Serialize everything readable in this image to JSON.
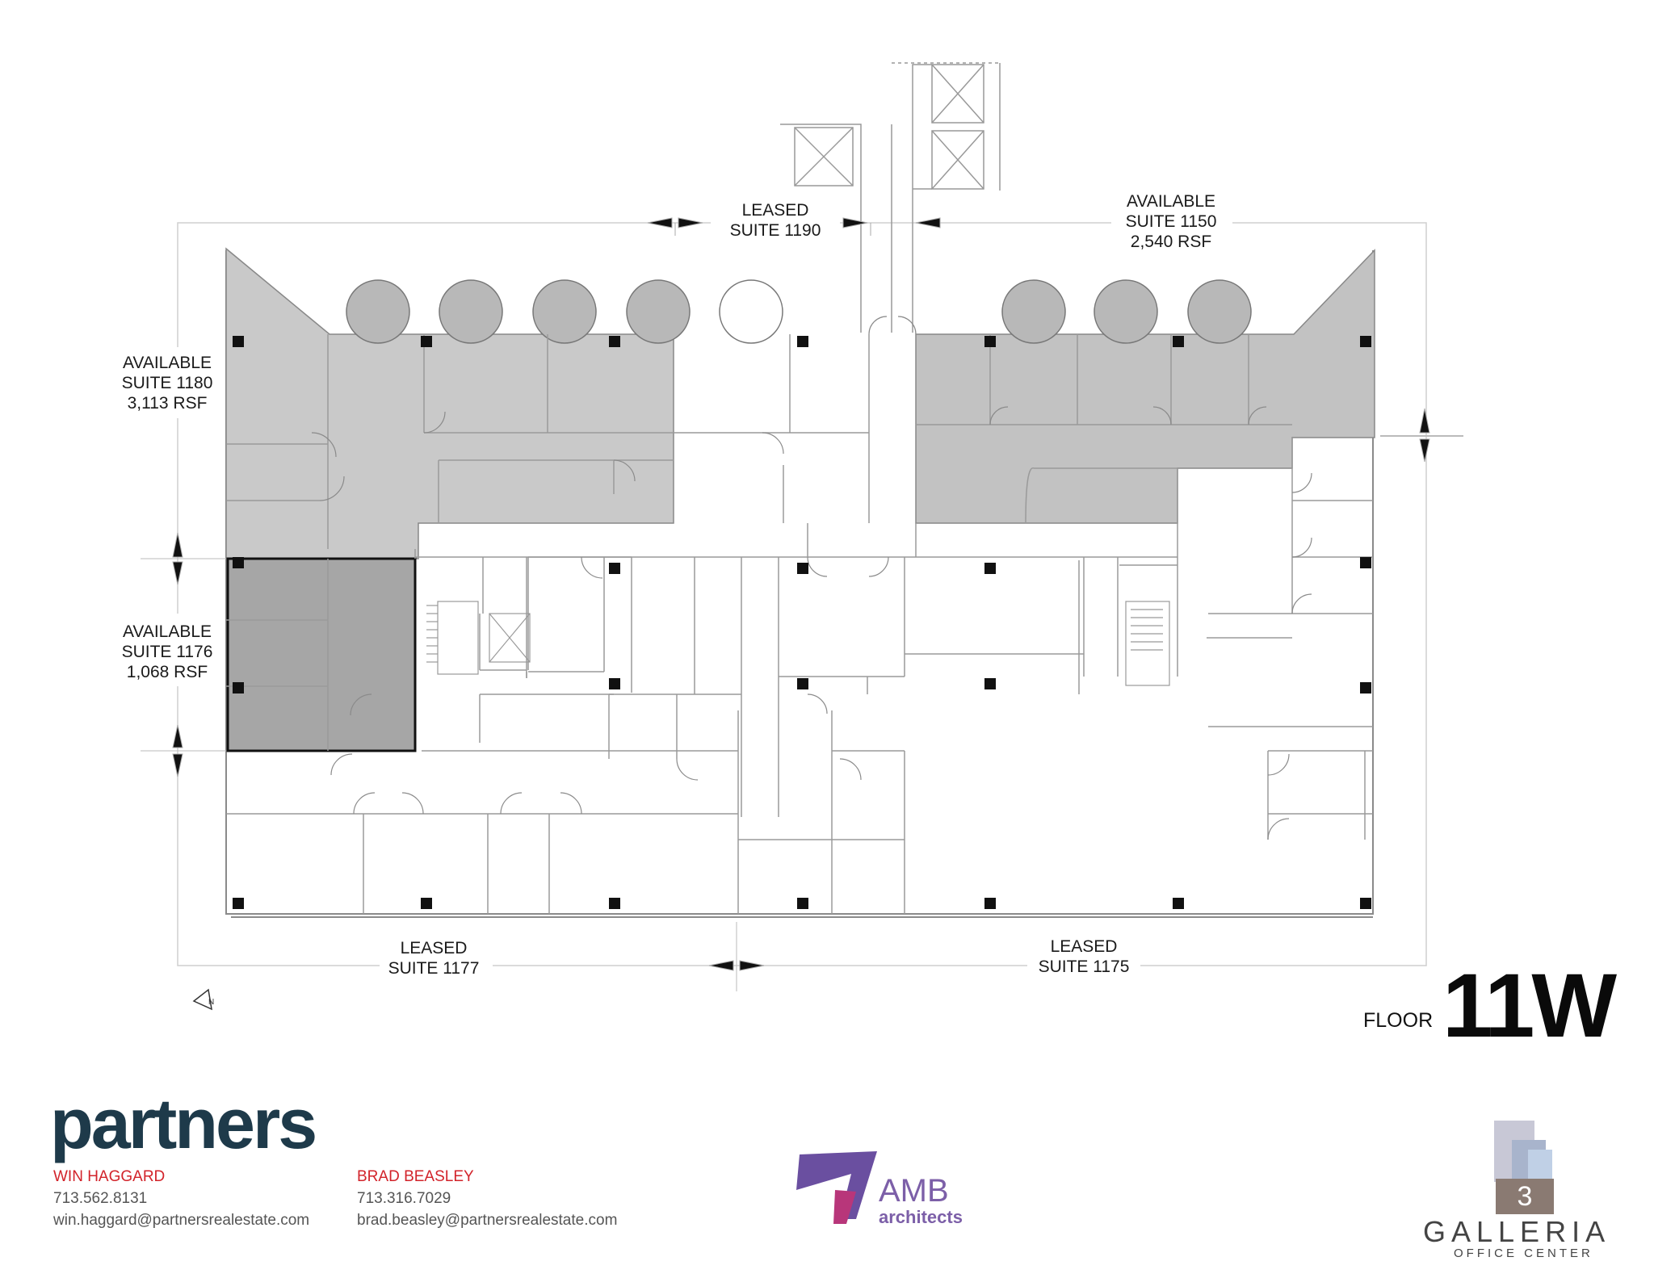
{
  "floor": {
    "word": "FLOOR",
    "number": "11W"
  },
  "suites": {
    "s1180": {
      "status": "AVAILABLE",
      "suite": "SUITE 1180",
      "area": "3,113 RSF"
    },
    "s1176": {
      "status": "AVAILABLE",
      "suite": "SUITE 1176",
      "area": "1,068 RSF"
    },
    "s1190": {
      "status": "LEASED",
      "suite": "SUITE 1190"
    },
    "s1150": {
      "status": "AVAILABLE",
      "suite": "SUITE 1150",
      "area": "2,540 RSF"
    },
    "s1177": {
      "status": "LEASED",
      "suite": "SUITE 1177"
    },
    "s1175": {
      "status": "LEASED",
      "suite": "SUITE 1175"
    }
  },
  "north_mark": "N",
  "broker": {
    "logo": "partners",
    "contacts": [
      {
        "name": "WIN HAGGARD",
        "phone": "713.562.8131",
        "email": "win.haggard@partnersrealestate.com"
      },
      {
        "name": "BRAD BEASLEY",
        "phone": "713.316.7029",
        "email": "brad.beasley@partnersrealestate.com"
      }
    ]
  },
  "architect": {
    "name": "AMB",
    "sub": "architects",
    "color": "#7c5fa8"
  },
  "building": {
    "number": "3",
    "name": "GALLERIA",
    "sub": "OFFICE CENTER"
  },
  "colors": {
    "available_light": "#c9c9c9",
    "available_dark": "#a6a6a6",
    "accent_red": "#d2232a",
    "brand_navy": "#1e3a4a"
  }
}
